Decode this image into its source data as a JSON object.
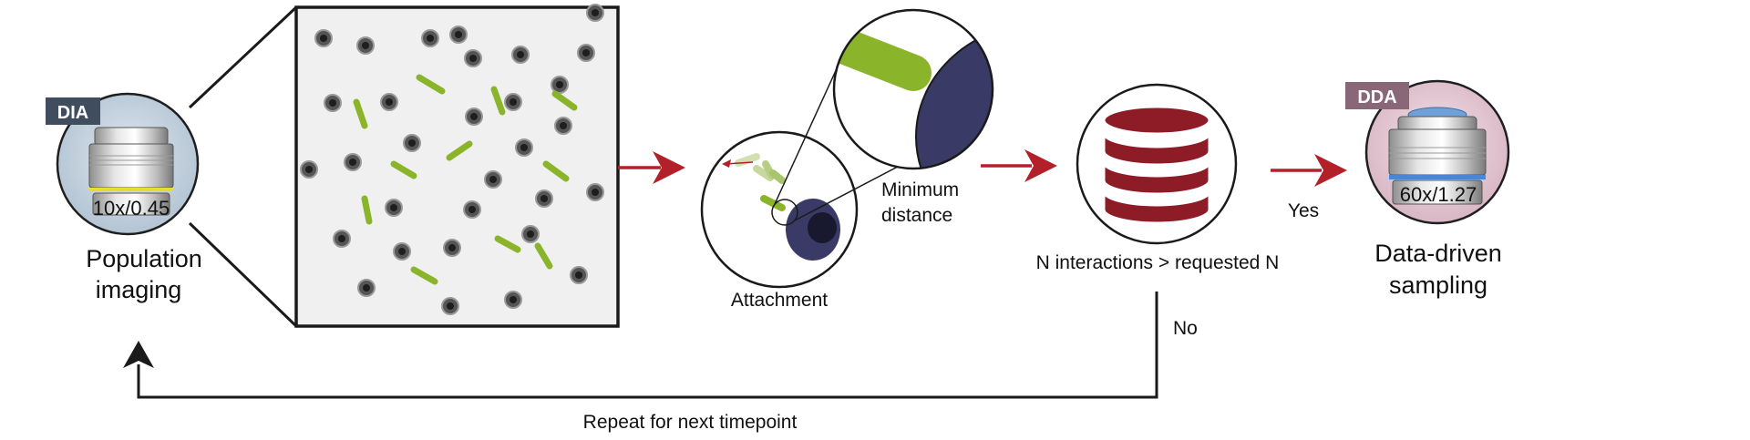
{
  "diagram": {
    "dia_badge": "DIA",
    "dia_objective_label": "10x/0.45",
    "population_imaging_line1": "Population",
    "population_imaging_line2": "imaging",
    "attachment_label": "Attachment",
    "minimum_distance_line1": "Minimum",
    "minimum_distance_line2": "distance",
    "condition_label": "N interactions > requested N",
    "yes_label": "Yes",
    "no_label": "No",
    "dda_badge": "DDA",
    "dda_objective_label": "60x/1.27",
    "data_driven_line1": "Data-driven",
    "data_driven_line2": "sampling",
    "loop_label": "Repeat for next timepoint"
  },
  "colors": {
    "arrow_red": "#b3202a",
    "database_red": "#8e1c26",
    "cell_navy": "#3a3a66",
    "bacteria_green": "#8ab52b",
    "dia_badge": "#3f4d5e",
    "dda_badge": "#8a6679"
  }
}
